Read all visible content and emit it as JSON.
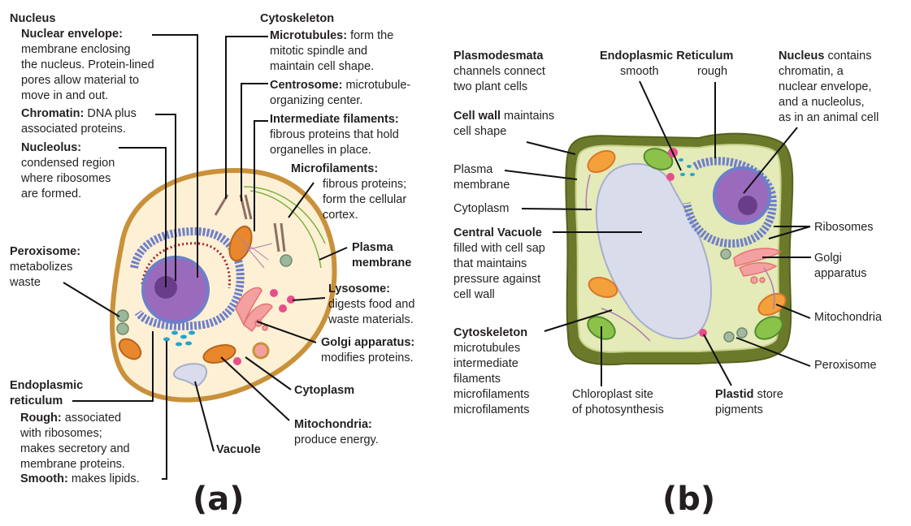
{
  "panels": {
    "a": "(a)",
    "b": "(b)"
  },
  "animal_cell": {
    "nucleus_heading": "Nucleus",
    "nuclear_envelope": {
      "term": "Nuclear envelope:",
      "desc": "membrane enclosing\nthe nucleus. Protein-lined\npores allow material to\nmove in and out."
    },
    "chromatin": {
      "term": "Chromatin:",
      "desc": " DNA plus\nassociated proteins."
    },
    "nucleolus": {
      "term": "Nucleolus:",
      "desc": "condensed region\nwhere ribosomes\nare formed."
    },
    "cytoskeleton_heading": "Cytoskeleton",
    "microtubules": {
      "term": "Microtubules:",
      "desc": " form the\nmitotic spindle and\nmaintain cell shape."
    },
    "centrosome": {
      "term": "Centrosome:",
      "desc": " microtubule-\norganizing center."
    },
    "intermediate_filaments": {
      "term": "Intermediate filaments:",
      "desc": "fibrous proteins that hold\norganelles in place."
    },
    "microfilaments": {
      "term": "Microfilaments:",
      "desc": "fibrous proteins;\nform the cellular\ncortex."
    },
    "peroxisome": {
      "term": "Peroxisome:",
      "desc": "metabolizes\nwaste"
    },
    "plasma_membrane": {
      "term": "Plasma\nmembrane"
    },
    "lysosome": {
      "term": "Lysosome:",
      "desc": "digests food and\nwaste materials."
    },
    "golgi": {
      "term": "Golgi apparatus:",
      "desc": "modifies proteins."
    },
    "cytoplasm": {
      "term": "Cytoplasm"
    },
    "mitochondria": {
      "term": "Mitochondria:",
      "desc": "produce energy."
    },
    "vacuole": {
      "term": "Vacuole"
    },
    "er_heading": "Endoplasmic\nreticulum",
    "rough_er": {
      "term": "Rough:",
      "desc": " associated\nwith ribosomes;\nmakes secretory and\nmembrane proteins."
    },
    "smooth_er": {
      "term": "Smooth:",
      "desc": " makes lipids."
    }
  },
  "plant_cell": {
    "plasmodesmata": {
      "term": "Plasmodesmata",
      "desc": "channels connect\ntwo plant cells"
    },
    "er_heading": "Endoplasmic Reticulum",
    "er_smooth": "smooth",
    "er_rough": "rough",
    "nucleus": {
      "term": "Nucleus",
      "desc": " contains\nchromatin, a\nnuclear envelope,\nand a nucleolus,\nas in an animal cell"
    },
    "cell_wall": {
      "term": "Cell wall",
      "desc": " maintains\ncell shape"
    },
    "plasma_membrane": "Plasma\nmembrane",
    "cytoplasm": "Cytoplasm",
    "central_vacuole": {
      "term": "Central Vacuole",
      "desc": "filled with cell sap\nthat maintains\npressure against\ncell wall"
    },
    "cytoskeleton": {
      "term": "Cytoskeleton",
      "desc": "microtubules\nintermediate\n   filaments\nmicrofilaments\nmicrofilaments"
    },
    "ribosomes": "Ribosomes",
    "golgi": "Golgi\napparatus",
    "mitochondria": "Mitochondria",
    "peroxisome": "Peroxisome",
    "chloroplast": "Chloroplast site\nof photosynthesis",
    "plastid": {
      "term": "Plastid",
      "desc": " store\npigments"
    }
  },
  "colors": {
    "animal_membrane": "#c8913a",
    "animal_cytoplasm": "#fdf0d5",
    "nucleus": "#8a5aa8",
    "er": "#6f7fc9",
    "ribosome": "#a3202a",
    "plant_wall": "#6b7a2a",
    "plant_cytoplasm": "#e4eab8",
    "vacuole": "#d9dcea",
    "chloroplast": "#7cb342",
    "mitochondria": "#e8872c",
    "golgi": "#f4a0a0"
  }
}
